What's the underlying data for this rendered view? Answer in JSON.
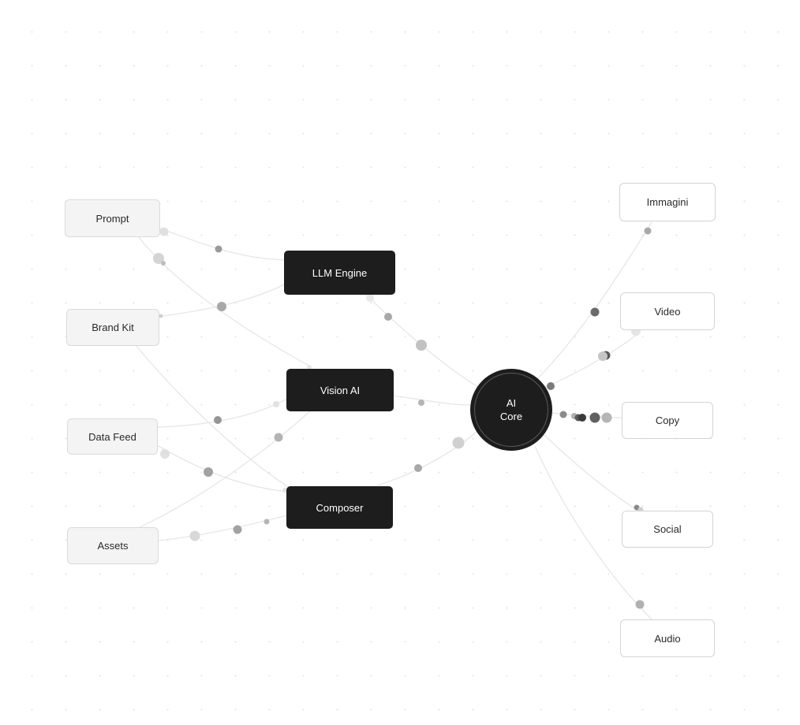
{
  "inputs": [
    {
      "id": "prompt",
      "label": "Prompt"
    },
    {
      "id": "brand-kit",
      "label": "Brand Kit"
    },
    {
      "id": "data-feed",
      "label": "Data Feed"
    },
    {
      "id": "assets",
      "label": "Assets"
    }
  ],
  "processors": [
    {
      "id": "llm-engine",
      "label": "LLM Engine"
    },
    {
      "id": "vision-ai",
      "label": "Vision AI"
    },
    {
      "id": "composer",
      "label": "Composer"
    }
  ],
  "core": {
    "label": "AI\nCore"
  },
  "outputs": [
    {
      "id": "immagini",
      "label": "Immagini"
    },
    {
      "id": "video",
      "label": "Video"
    },
    {
      "id": "copy",
      "label": "Copy"
    },
    {
      "id": "social",
      "label": "Social"
    },
    {
      "id": "audio",
      "label": "Audio"
    }
  ],
  "colors": {
    "background": "#ffffff",
    "dark_node": "#1d1d1d",
    "light_node": "#f4f4f4",
    "edge": "#e6e6e6",
    "particle": "#9e9e9e"
  }
}
